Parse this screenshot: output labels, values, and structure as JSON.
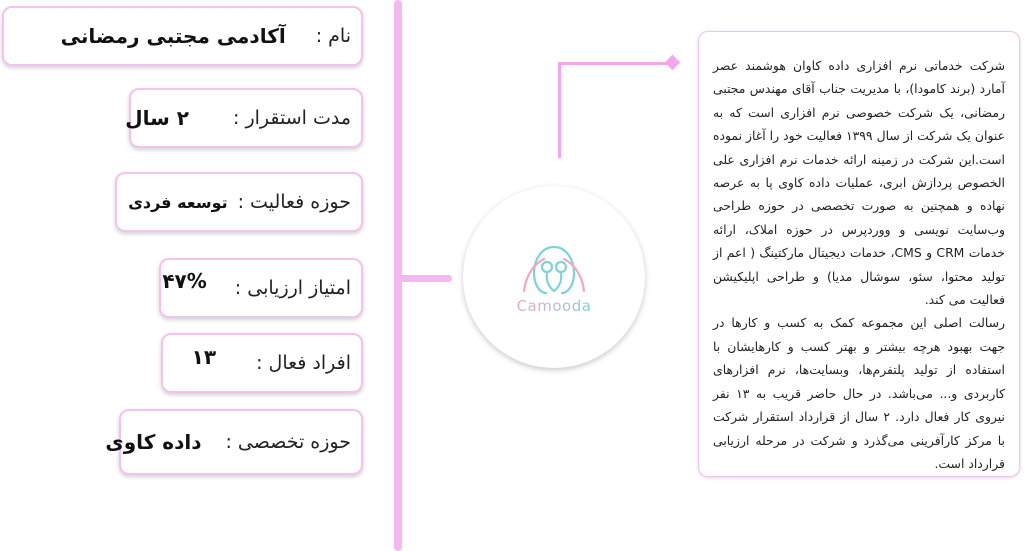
{
  "fields": {
    "name": {
      "label": "نام :",
      "value": "آکادمی مجتبی رمضانی"
    },
    "duration": {
      "label": "مدت استقرار :",
      "value": "۲ سال"
    },
    "activity": {
      "label": "حوزه فعالیت :",
      "value": "توسعه فردی"
    },
    "score": {
      "label": "امتیاز ارزیابی :",
      "value": "۴۷%"
    },
    "members": {
      "label": "افراد فعال :",
      "value": "۱۳"
    },
    "expertise": {
      "label": "حوزه تخصصی :",
      "value": "داده کاوی"
    }
  },
  "logo": {
    "text": "Camooda",
    "icon": "camooda-logo-icon"
  },
  "description": {
    "paragraph1": "شرکت خدماتی نرم افزاری داده کاوان هوشمند عصر آمارد (برند کامودا)، با مدیریت جناب آقای مهندس مجتبی رمضانی، یک شرکت خصوصی نرم افزاری است که به عنوان یک شرکت از سال ۱۳۹۹ فعالیت خود را آغاز نموده است.این شرکت در زمینه ارائه خدمات نرم افزاری علی الخصوص پردازش ابری، عملیات داده کاوی پا به عرصه نهاده و همچنین به صورت تخصصی در حوزه طراحی وب‌سایت نویسی و ووردپرس در حوزه املاک، ارائه خدمات CRM و CMS، خدمات دیجیتال مارکتینگ ( اعم از تولید محتوا، سئو، سوشال مدیا) و طراحی اپلیکیشن فعالیت می کند.",
    "paragraph2": "رسالت اصلی این مجموعه کمک به کسب و کارها در جهت بهبود هرچه بیشتر و بهتر کسب و کارهایشان با استفاده از تولید پلتفرم‌ها، وبسایت‌ها، نرم افزارهای کاربردی و... می‌باشد. در حال حاضر قریب به ۱۳ نفر نیروی کار فعال دارد. ۲ سال از قرارداد استقرار شرکت با مرکز کارآفرینی می‌گذرد و شرکت در مرحله ارزیابی قرارداد است."
  },
  "colors": {
    "accent": "#f6b6ef",
    "border": "#f3c3ee",
    "logo_teal": "#7fd3d6",
    "logo_pink": "#f2a6c8"
  }
}
